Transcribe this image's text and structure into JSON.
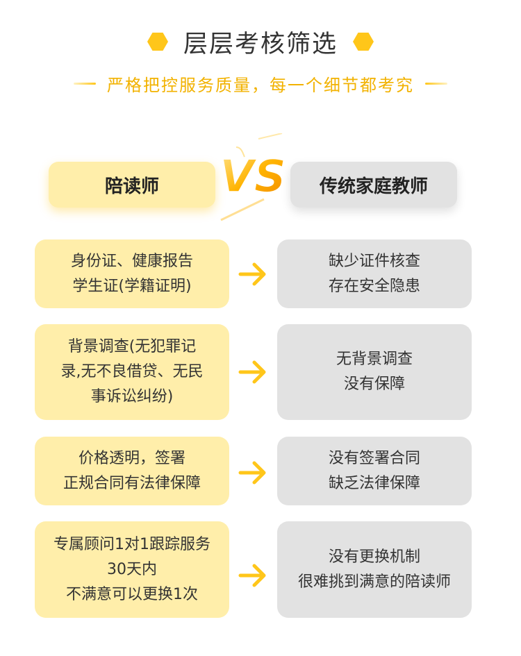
{
  "header": {
    "title": "层层考核筛选",
    "subtitle": "严格把控服务质量，每一个细节都考究"
  },
  "compare": {
    "left_label": "陪读师",
    "right_label": "传统家庭教师",
    "vs_text": "VS"
  },
  "rows": [
    {
      "left": [
        "身份证、健康报告",
        "学生证(学籍证明)"
      ],
      "right": [
        "缺少证件核查",
        "存在安全隐患"
      ]
    },
    {
      "left": [
        "背景调查(无犯罪记",
        "录,无不良借贷、无民",
        "事诉讼纠纷)"
      ],
      "right": [
        "无背景调查",
        "没有保障"
      ]
    },
    {
      "left": [
        "价格透明，签署",
        "正规合同有法律保障"
      ],
      "right": [
        "没有签署合同",
        "缺乏法律保障"
      ]
    },
    {
      "left": [
        "专属顾问1对1跟踪服务",
        "30天内",
        "不满意可以更换1次"
      ],
      "right": [
        "没有更换机制",
        "很难挑到满意的陪读师"
      ]
    }
  ],
  "colors": {
    "accent": "#ffc61a",
    "left_bg": "#ffeeaa",
    "right_bg": "#e2e2e2"
  }
}
